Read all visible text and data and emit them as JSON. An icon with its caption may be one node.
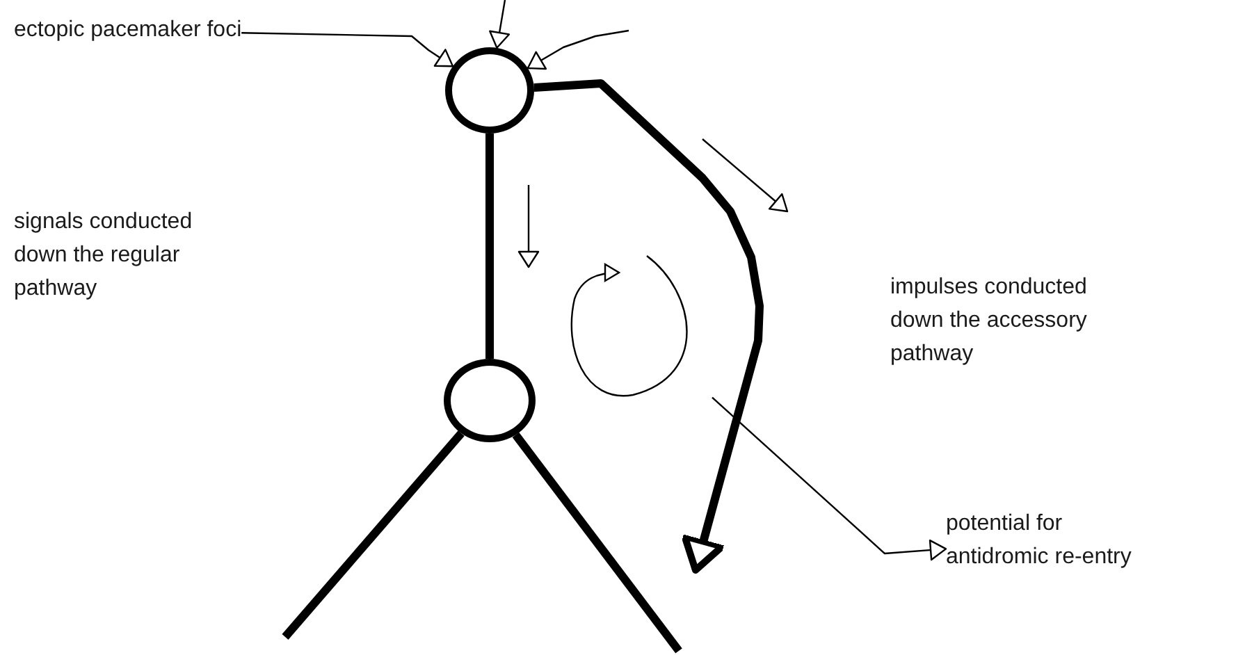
{
  "diagram": {
    "nodes": [
      {
        "text": [
          "ectopic pacemaker foci"
        ]
      },
      {
        "text": [],
        "shape": "circle"
      },
      {
        "text": [
          "signals conducted down the regular pathway"
        ]
      },
      {
        "text": [],
        "shape": "circle"
      },
      {
        "text": [
          "impulses conducted down the accessory pathway"
        ]
      },
      {
        "text": [
          "potential for antidromic re-entry"
        ]
      },
      {
        "text": [],
        "shape": "picture"
      }
    ],
    "edges": [
      {
        "from": 0,
        "to": 1,
        "arrow": "to"
      },
      {
        "from": 1,
        "to": 3,
        "arrow": "none",
        "style": "thick"
      },
      {
        "from": 1,
        "to": null,
        "arrow": "to",
        "style": "thick"
      },
      {
        "from": null,
        "to": 1,
        "arrow": "to"
      },
      {
        "from": null,
        "to": 1,
        "arrow": "to"
      },
      {
        "from": 6,
        "to": 5,
        "arrow": "to"
      },
      {
        "from": 3,
        "to": null,
        "arrow": "none",
        "style": "thick"
      },
      {
        "from": 3,
        "to": null,
        "arrow": "none",
        "style": "thick"
      }
    ]
  }
}
